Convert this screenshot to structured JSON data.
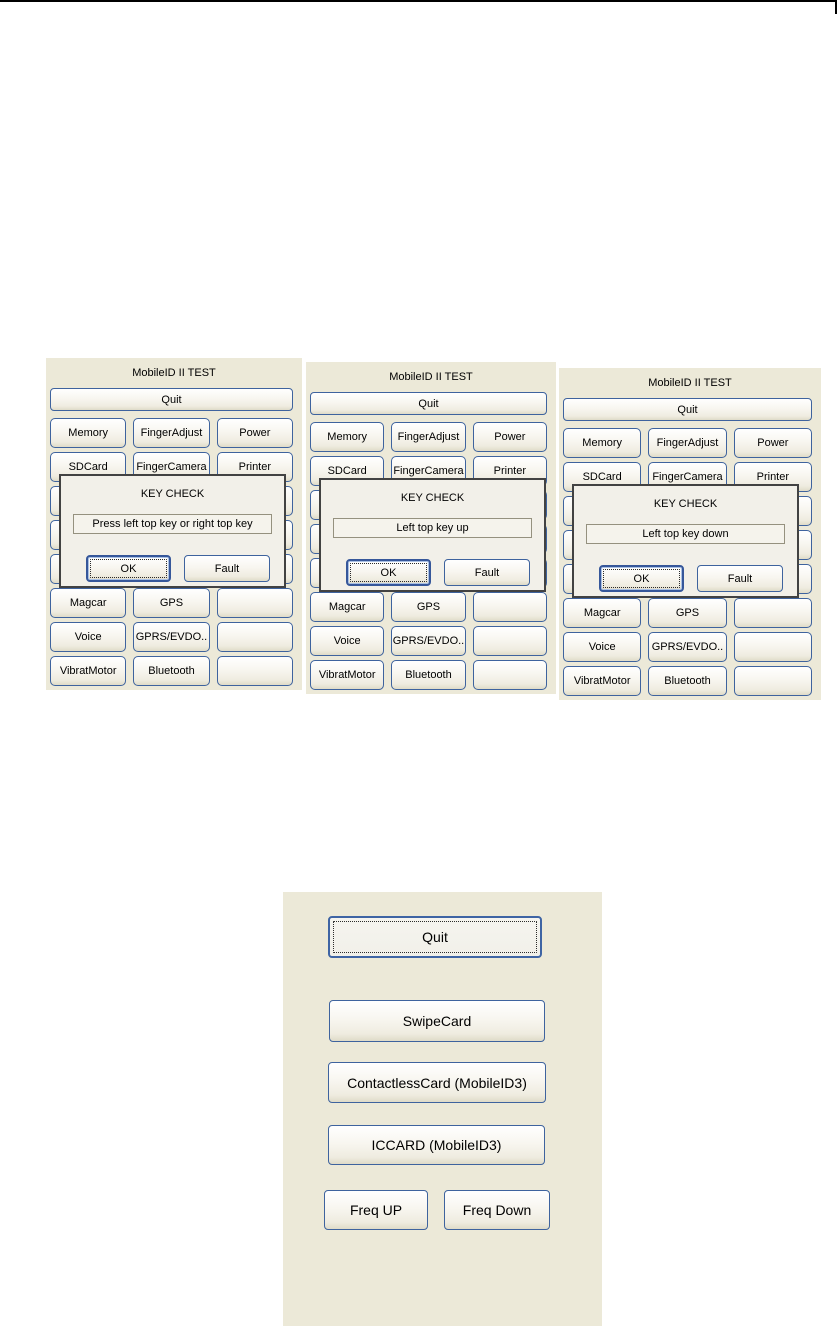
{
  "test_app": {
    "title": "MobileID II TEST",
    "quit_label": "Quit",
    "grid": [
      [
        "Memory",
        "FingerAdjust",
        "Power"
      ],
      [
        "SDCard",
        "FingerCamera",
        "Printer"
      ],
      [
        "",
        "",
        ""
      ],
      [
        "",
        "",
        ""
      ],
      [
        "",
        "",
        ""
      ],
      [
        "Magcar",
        "GPS",
        ""
      ],
      [
        "Voice",
        "GPRS/EVDO..",
        ""
      ],
      [
        "VibratMotor",
        "Bluetooth",
        ""
      ]
    ],
    "dialog": {
      "title": "KEY CHECK",
      "ok_label": "OK",
      "fault_label": "Fault"
    },
    "screens": [
      {
        "message": "Press left top key or right top key"
      },
      {
        "message": "Left top key up"
      },
      {
        "message": "Left top key down"
      }
    ]
  },
  "card_app": {
    "quit_label": "Quit",
    "swipe_label": "SwipeCard",
    "contactless_label": "ContactlessCard (MobileID3)",
    "iccard_label": "ICCARD (MobileID3)",
    "freq_up_label": "Freq UP",
    "freq_down_label": "Freq Down"
  },
  "colors": {
    "panel_bg": "#ECE9D8",
    "button_border": "#3E639E",
    "dialog_border": "#424242",
    "focus_border": "#36579A",
    "page_rule": "#000000"
  }
}
